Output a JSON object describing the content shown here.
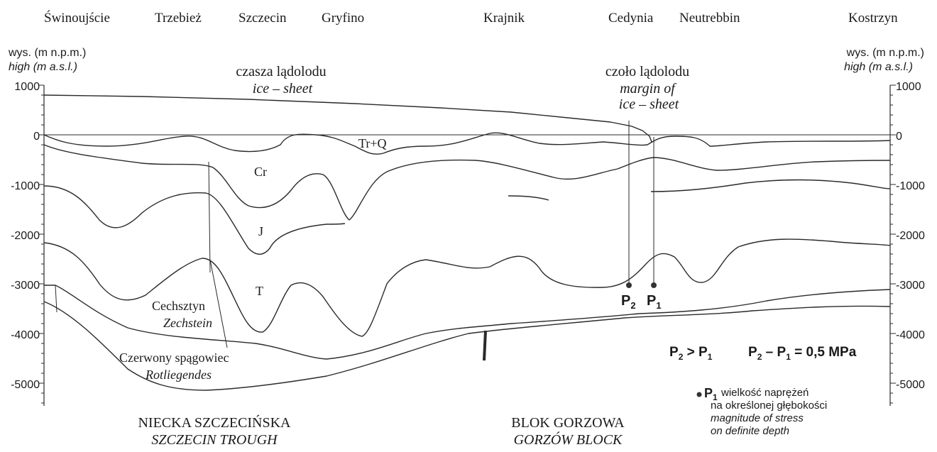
{
  "towns": [
    "Świnoujście",
    "Trzebież",
    "Szczecin",
    "Gryfino",
    "Krajnik",
    "Cedynia",
    "Neutrebbin",
    "Kostrzyn"
  ],
  "axis_left": {
    "label_pl": "wys. (m n.p.m.)",
    "label_en": "high (m a.s.l.)"
  },
  "axis_right": {
    "label_pl": "wys. (m n.p.m.)",
    "label_en": "high (m a.s.l.)"
  },
  "ticks": [
    "1000",
    "0",
    "-1000",
    "-2000",
    "-3000",
    "-4000",
    "-5000"
  ],
  "tick_values": [
    1000,
    0,
    -1000,
    -2000,
    -3000,
    -4000,
    -5000
  ],
  "labels": {
    "ice_sheet_pl": "czasza lądolodu",
    "ice_sheet_en": "ice – sheet",
    "ice_margin_pl": "czoło lądolodu",
    "ice_margin_en1": "margin of",
    "ice_margin_en2": "ice – sheet",
    "trq": "Tr+Q",
    "cr": "Cr",
    "j": "J",
    "t": "T",
    "zechstein_pl": "Cechsztyn",
    "zechstein_en": "Zechstein",
    "rotliegendes_pl": "Czerwony spągowiec",
    "rotliegendes_en": "Rotliegendes",
    "p2": "P",
    "p2_sub": "2",
    "p1": "P",
    "p1_sub": "1"
  },
  "regions": {
    "trough_pl": "NIECKA SZCZECIŃSKA",
    "trough_en": "SZCZECIN TROUGH",
    "block_pl": "BLOK GORZOWA",
    "block_en": "GORZÓW BLOCK"
  },
  "formula": {
    "ineq_p": "P",
    "ineq_sub2": "2",
    "ineq_gt": " > P",
    "ineq_sub1": "1",
    "diff_p": "P",
    "diff_sub2": "2",
    "diff_minus": " – P",
    "diff_sub1": "1",
    "diff_value": " = 0,5 MPa"
  },
  "legend": {
    "symbol": "P",
    "symbol_sub": "1",
    "text_pl1": "wielkość naprężeń",
    "text_pl2": "na określonej głębokości",
    "text_en1": "magnitude of stress",
    "text_en2": "on definite depth"
  },
  "colors": {
    "ink": "#2a2a2a"
  }
}
